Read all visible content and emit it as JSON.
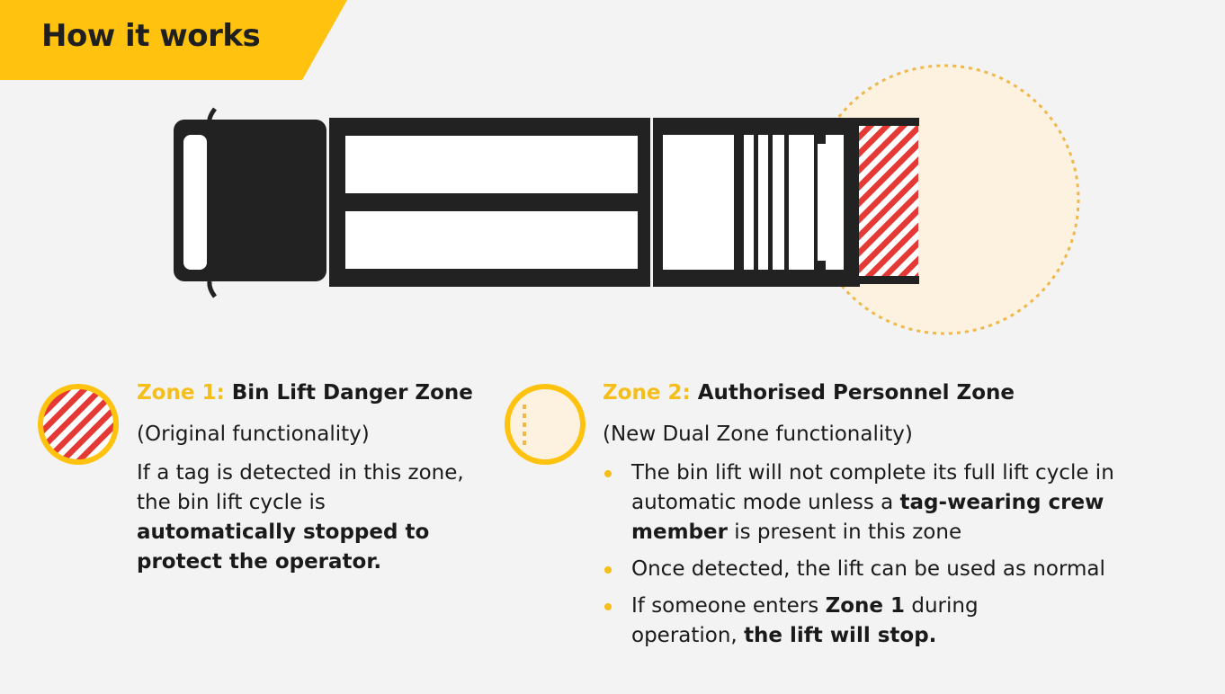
{
  "header": {
    "title": "How it works"
  },
  "colors": {
    "brand_yellow": "#ffc20e",
    "danger_red": "#e53935",
    "truck_body": "#222222",
    "zone2_fill": "#fdf2e0",
    "dotted_ring": "#f0b84a"
  },
  "zone1": {
    "icon": "striped-danger-circle-icon",
    "label": "Zone 1:",
    "title": "Bin Lift Danger Zone",
    "subtitle": "(Original functionality)",
    "desc_pre": "If a tag is detected in this zone, the bin lift cycle is ",
    "desc_bold": "automatically stopped to protect the operator."
  },
  "zone2": {
    "icon": "dotted-zone-circle-icon",
    "label": "Zone 2:",
    "title": "Authorised Personnel Zone",
    "subtitle": "(New Dual Zone functionality)",
    "bullet1": {
      "pre": "The bin lift will not complete its full lift cycle in automatic mode unless a ",
      "bold": "tag-wearing crew member",
      "post": " is present in this zone"
    },
    "bullet2": {
      "text": "Once detected, the lift can be used as normal"
    },
    "bullet3": {
      "pre": "If someone enters ",
      "bold": "Zone 1",
      "mid": " during operation, ",
      "bold2": "the lift will stop."
    }
  }
}
